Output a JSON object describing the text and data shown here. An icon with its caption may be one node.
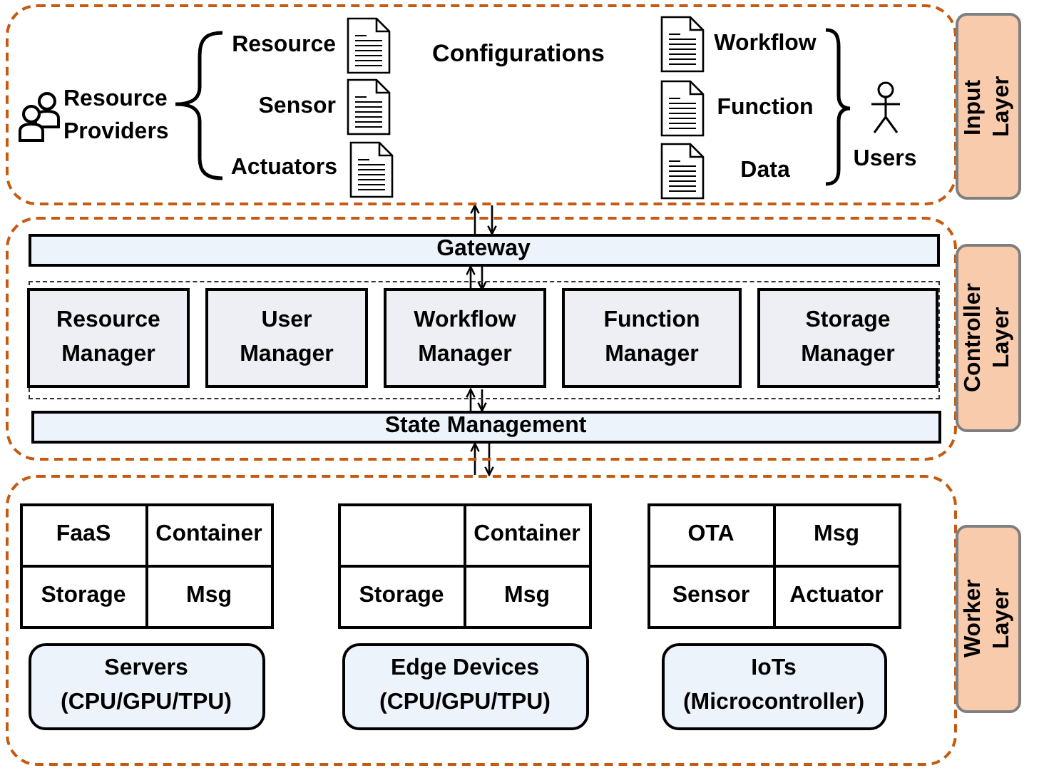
{
  "diagram": {
    "nodes": [
      {
        "text": [],
        "shape": "box"
      },
      {
        "text": [
          "Input Layer"
        ]
      },
      {
        "text": [],
        "shape": "box"
      },
      {
        "text": [
          "Controller Layer"
        ]
      },
      {
        "text": [
          "Gateway"
        ],
        "in": 2
      },
      {
        "text": [],
        "shape": "box",
        "in": 2
      },
      {
        "text": [
          "Resource Manager"
        ],
        "in": 5
      },
      {
        "text": [
          "User Manager"
        ],
        "in": 5
      },
      {
        "text": [
          "Workflow Manager"
        ],
        "in": 5
      },
      {
        "text": [
          "Function Manager"
        ],
        "in": 5
      },
      {
        "text": [
          "Storage Manager"
        ],
        "in": 5
      },
      {
        "text": [
          "State Management"
        ],
        "in": 2
      },
      {
        "text": [],
        "shape": "box"
      },
      {
        "text": [
          "Worker Layer"
        ]
      },
      {
        "text": [
          "FaaS",
          "Container",
          "Storage",
          "Msg"
        ],
        "in": 12
      },
      {
        "text": [
          "Servers (CPU/GPU/TPU)"
        ],
        "in": 12
      },
      {
        "text": [
          "Container",
          "Storage",
          "Msg"
        ],
        "in": 12
      },
      {
        "text": [
          "Edge Devices (CPU/GPU/TPU)"
        ],
        "in": 12
      },
      {
        "text": [
          "OTA",
          "Msg",
          "Sensor",
          "Actuator"
        ],
        "in": 12
      },
      {
        "text": [
          "IoTs (Microcontroller)"
        ],
        "in": 12
      }
    ],
    "edges": [
      {
        "from": 4,
        "to": 0,
        "arrow": "to"
      },
      {
        "from": 0,
        "to": 4,
        "arrow": "to"
      },
      {
        "from": 8,
        "to": 4,
        "arrow": "to"
      },
      {
        "from": 4,
        "to": 8,
        "arrow": "to"
      },
      {
        "from": 11,
        "to": 8,
        "arrow": "to"
      },
      {
        "from": 8,
        "to": 11,
        "arrow": "to"
      },
      {
        "from": 12,
        "to": 11,
        "arrow": "to"
      },
      {
        "from": 11,
        "to": 12,
        "arrow": "to"
      }
    ],
    "labels": [
      "Resource Providers",
      "Resource",
      "Sensor",
      "Actuators",
      "Configurations",
      "Workflow",
      "Function",
      "Data",
      "Users"
    ]
  }
}
